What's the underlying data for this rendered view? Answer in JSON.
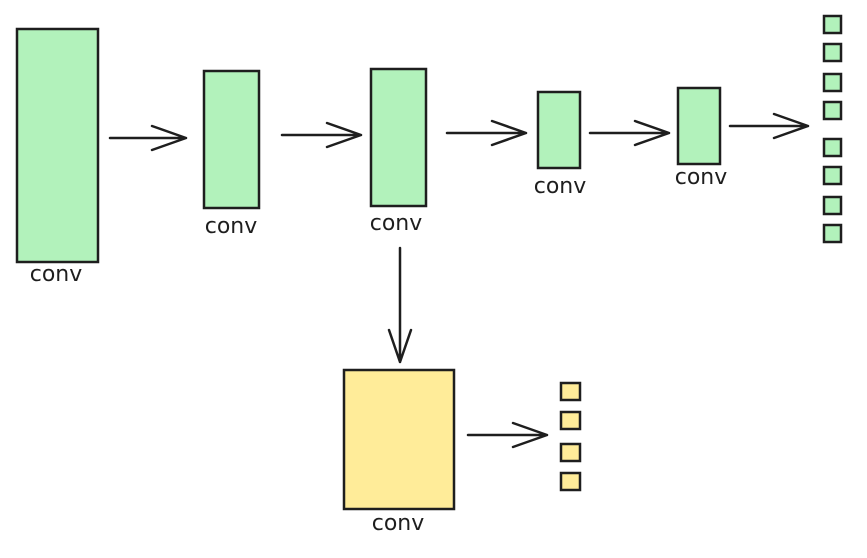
{
  "colors": {
    "main_fill": "#b2f2bb",
    "aux_fill": "#ffec99",
    "stroke": "#1e1e1e",
    "background": "#ffffff"
  },
  "main_path": {
    "layers": [
      {
        "label": "conv"
      },
      {
        "label": "conv"
      },
      {
        "label": "conv"
      },
      {
        "label": "conv"
      },
      {
        "label": "conv"
      }
    ],
    "output_unit_count": 8
  },
  "aux_branch": {
    "layer": {
      "label": "conv"
    },
    "output_unit_count": 4
  }
}
